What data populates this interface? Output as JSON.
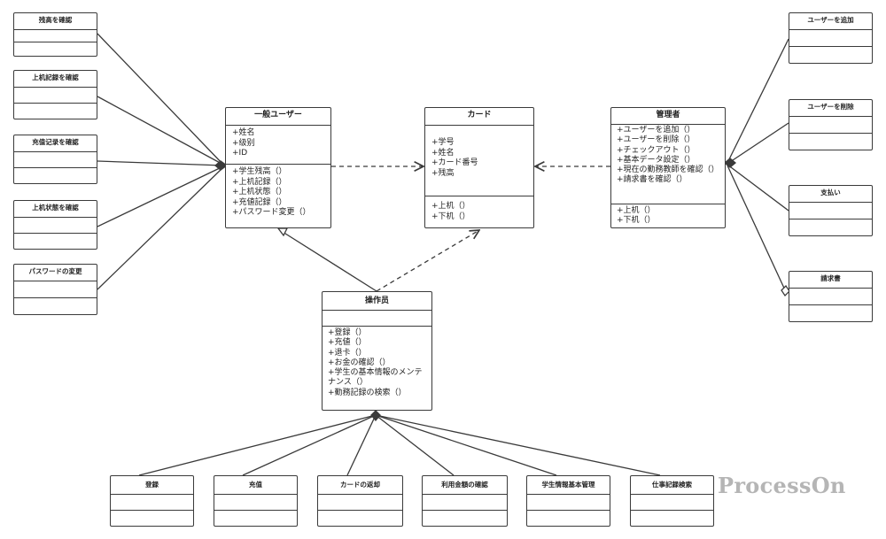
{
  "small_boxes_left": [
    {
      "id": "l1",
      "title": "残高を確認"
    },
    {
      "id": "l2",
      "title": "上机記録を確認"
    },
    {
      "id": "l3",
      "title": "充值记录を確認"
    },
    {
      "id": "l4",
      "title": "上机状態を確認"
    },
    {
      "id": "l5",
      "title": "パスワードの変更"
    }
  ],
  "small_boxes_right": [
    {
      "id": "r1",
      "title": "ユーザーを追加"
    },
    {
      "id": "r2",
      "title": "ユーザーを削除"
    },
    {
      "id": "r3",
      "title": "支払い"
    },
    {
      "id": "r4",
      "title": "請求書"
    }
  ],
  "small_boxes_bottom": [
    {
      "id": "b1",
      "title": "登録"
    },
    {
      "id": "b2",
      "title": "充值"
    },
    {
      "id": "b3",
      "title": "カードの返却"
    },
    {
      "id": "b4",
      "title": "利用金額の確認"
    },
    {
      "id": "b5",
      "title": "学生情報基本管理"
    },
    {
      "id": "b6",
      "title": "仕事記録検索"
    }
  ],
  "classes": {
    "general_user": {
      "title": "一般ユーザー",
      "attributes": [
        "+姓名",
        "+级别",
        "+ID"
      ],
      "methods": [
        "+学生残高（）",
        "+上机記録（）",
        "+上机状態（）",
        "+充値記録（）",
        "+パスワード変更（）"
      ]
    },
    "card": {
      "title": "カード",
      "attributes": [
        "+学号",
        "+姓名",
        "+カード番号",
        "+残高"
      ],
      "methods": [
        "+上机（）",
        "+下机（）"
      ]
    },
    "admin": {
      "title": "管理者",
      "attributes": [
        "+ユーザーを追加（）",
        "+ユーザーを削除（）",
        "+チェックアウト（）",
        "+基本データ設定（）",
        "+現在の勤務教師を確認（）",
        "+請求書を確認（）"
      ],
      "methods": [
        "+上机（）",
        "+下机（）"
      ]
    },
    "operator": {
      "title": "操作员",
      "attributes": [],
      "methods": [
        "+登録（）",
        "+充値（）",
        "+退卡（）",
        "+お金の確認（）",
        "+学生の基本情報のメンテナンス（）",
        "+勤務記録の検索（）"
      ]
    }
  },
  "watermark": "ProcessOn",
  "colors": {
    "line": "#3a3a3a",
    "watermark": "#b5b5b5"
  }
}
